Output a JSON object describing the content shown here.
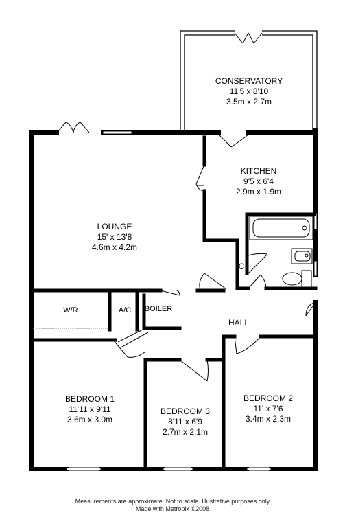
{
  "rooms": {
    "conservatory": {
      "name": "CONSERVATORY",
      "imperial": "11'5 x 8'10",
      "metric": "3.5m x 2.7m"
    },
    "kitchen": {
      "name": "KITCHEN",
      "imperial": "9'5 x 6'4",
      "metric": "2.9m x 1.9m"
    },
    "lounge": {
      "name": "LOUNGE",
      "imperial": "15' x 13'8",
      "metric": "4.6m x 4.2m"
    },
    "wr": {
      "name": "W/R"
    },
    "ac": {
      "name": "A/C"
    },
    "boiler": {
      "name": "BOILER"
    },
    "cupboard": {
      "name": "C"
    },
    "hall": {
      "name": "HALL"
    },
    "bedroom1": {
      "name": "BEDROOM 1",
      "imperial": "11'11 x 9'11",
      "metric": "3.6m x 3.0m"
    },
    "bedroom3": {
      "name": "BEDROOM 3",
      "imperial": "8'11 x 6'9",
      "metric": "2.7m x 2.1m"
    },
    "bedroom2": {
      "name": "BEDROOM 2",
      "imperial": "11' x 7'6",
      "metric": "3.4m x 2.3m"
    }
  },
  "footer": {
    "line1": "Measurements are approximate.  Not to scale.  Illustrative purposes only",
    "line2": "Made with Metropix ©2008"
  }
}
